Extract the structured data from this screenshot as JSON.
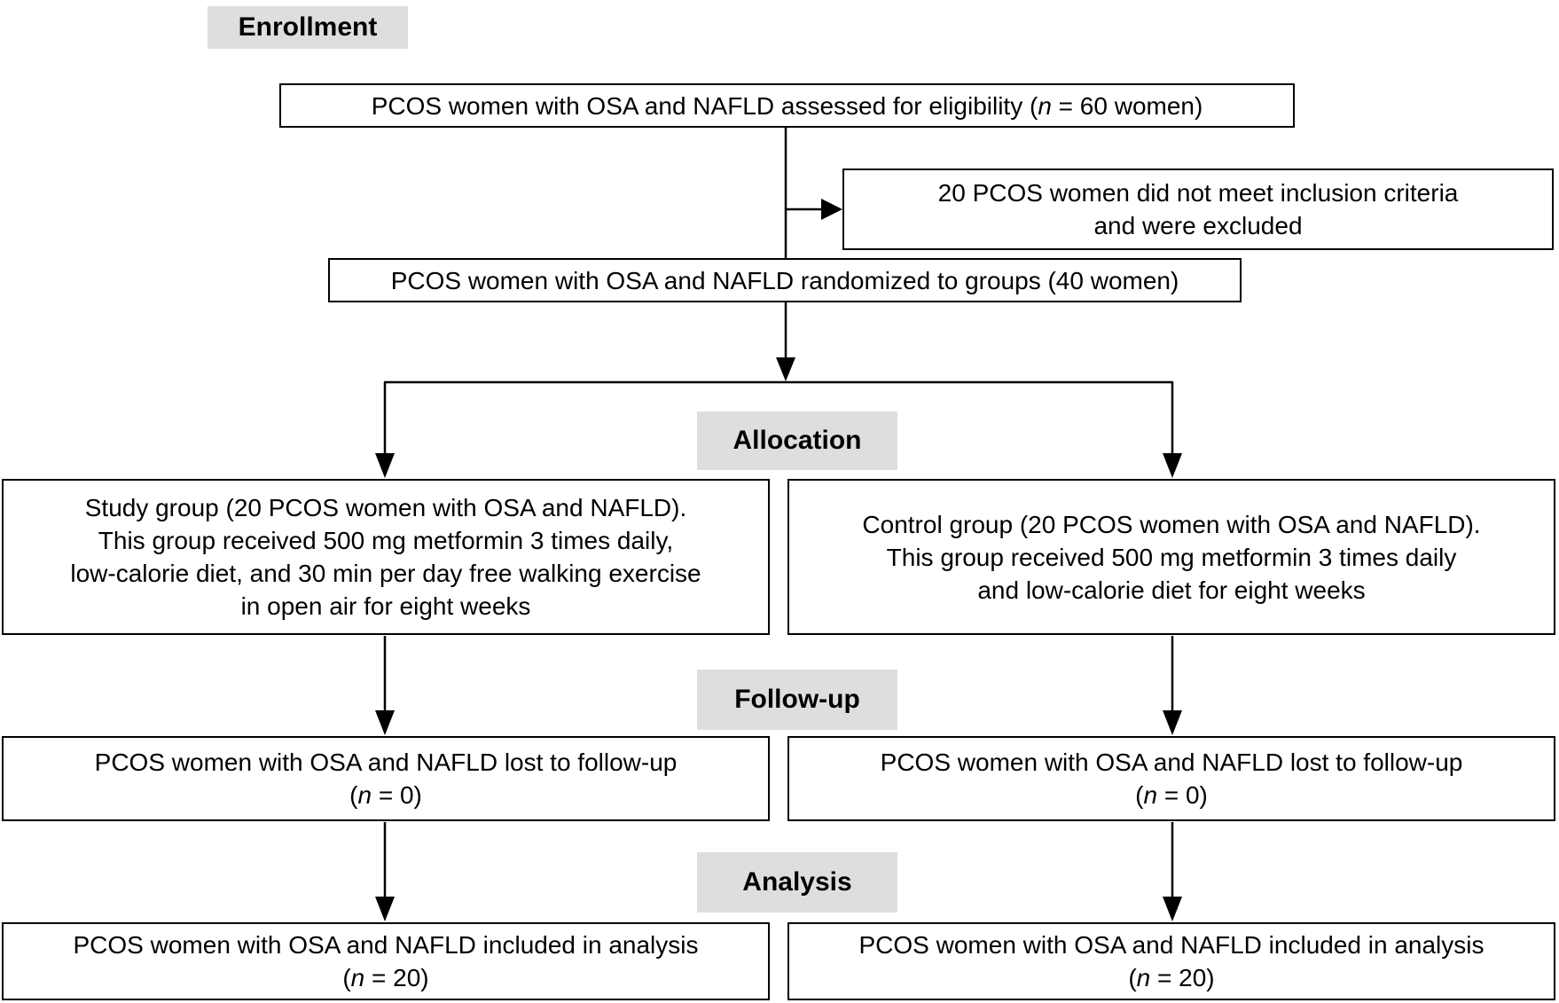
{
  "section_labels": {
    "enrollment": "Enrollment",
    "allocation": "Allocation",
    "follow_up": "Follow-up",
    "analysis": "Analysis"
  },
  "boxes": {
    "eligibility": {
      "pre": "PCOS women with OSA and NAFLD assessed for eligibility (",
      "n_var": "n",
      "post": " = 60 women)"
    },
    "excluded": {
      "lines": [
        "20 PCOS women did not meet inclusion criteria",
        "and were excluded"
      ]
    },
    "randomized": {
      "text": "PCOS women with OSA and NAFLD randomized to groups (40 women)"
    },
    "study_group": {
      "lines": [
        "Study group (20 PCOS women with OSA and NAFLD).",
        "This group received 500 mg metformin 3 times daily,",
        "low-calorie diet, and 30 min per day free walking exercise",
        "in open air for eight weeks"
      ]
    },
    "control_group": {
      "lines": [
        "Control group (20 PCOS women with OSA and NAFLD).",
        "This group received 500 mg metformin 3 times daily",
        "and low-calorie diet for eight weeks"
      ]
    },
    "study_followup": {
      "line1": "PCOS women with OSA and NAFLD lost to follow-up",
      "n_pre": "(",
      "n_var": "n",
      "n_post": " = 0)"
    },
    "control_followup": {
      "line1": "PCOS women with OSA and NAFLD lost to follow-up",
      "n_pre": "(",
      "n_var": "n",
      "n_post": " = 0)"
    },
    "study_analysis": {
      "line1": "PCOS women with OSA and NAFLD included in analysis",
      "n_pre": "(",
      "n_var": "n",
      "n_post": " = 20)"
    },
    "control_analysis": {
      "line1": "PCOS women with OSA and NAFLD included in analysis",
      "n_pre": "(",
      "n_var": "n",
      "n_post": " = 20)"
    }
  },
  "colors": {
    "label_bg": "#dedede",
    "line": "#000000",
    "background": "#ffffff"
  }
}
